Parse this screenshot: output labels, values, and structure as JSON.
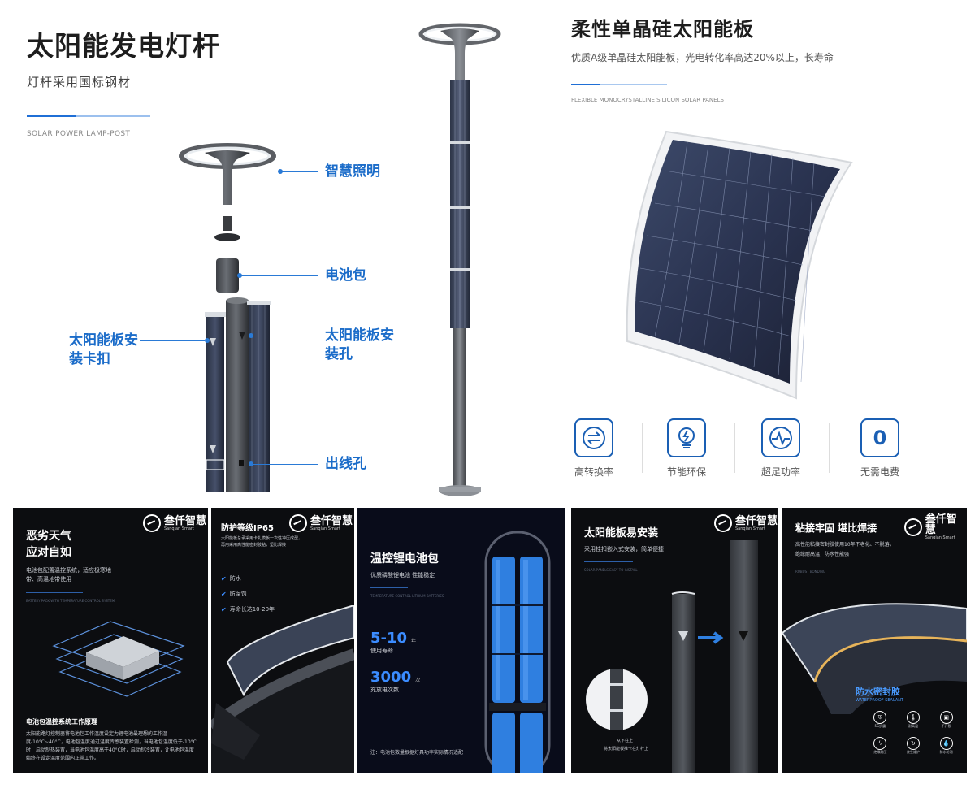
{
  "lamp_post": {
    "title": "太阳能发电灯杆",
    "subtitle": "灯杆采用国标钢材",
    "english": "SOLAR POWER LAMP-POST",
    "callouts": {
      "lighting": "智慧照明",
      "battery": "电池包",
      "panel_hole": "太阳能板安装孔",
      "clip": "太阳能板安装卡扣",
      "outlet": "出线孔"
    }
  },
  "solar_panel": {
    "title": "柔性单晶硅太阳能板",
    "subtitle": "优质A级单晶硅太阳能板，光电转化率高达20%以上，长寿命",
    "english": "FLEXIBLE MONOCRYSTALLINE SILICON SOLAR PANELS",
    "features": [
      {
        "label": "高转换率",
        "icon": "exchange-arrows-icon"
      },
      {
        "label": "节能环保",
        "icon": "eco-bulb-icon"
      },
      {
        "label": "超足功率",
        "icon": "power-pulse-icon"
      },
      {
        "label": "无需电费",
        "icon": "zero-icon",
        "glyph": "0"
      }
    ]
  },
  "brand": {
    "name": "叁仟智慧",
    "sub": "Sanqian Smart"
  },
  "panels": {
    "weather": {
      "title_line1": "恶劣天气",
      "title_line2": "应对自如",
      "desc": "电池包配置温控系统，适应极寒地带、高温地带使用",
      "english": "BATTERY PACK WITH TEMPERATURE CONTROL SYSTEM",
      "foot_title": "电池包温控系统工作原理",
      "foot_text": "太阳能路灯控制器将电池包工作温度设定为锂电池最理想的工作温度-10°C~40°C，电池包温度通过温度传感装置检测，当电池包温度低于-10°C时，启动制热装置，当电池包温度高于40°C时，启动制冷装置，让电池包温度始终在设定温度范围内正常工作。"
    },
    "ip65": {
      "title": "防护等级IP65",
      "desc": "太阳能板总承采用卡扎模板一次性冲压成型，再用采用高性能密封胶粘，坚比焊接",
      "checks": [
        "防水",
        "防腐蚀",
        "寿命长达10-20年"
      ]
    },
    "battery": {
      "title": "温控锂电池包",
      "desc": "优质磷酸锂电池 性能稳定",
      "english": "TEMPERATURE CONTROL LITHIUM BATTERIES",
      "life_value": "5-10",
      "life_unit": "年",
      "life_label": "使用寿命",
      "cycles_value": "3000",
      "cycles_unit": "次",
      "cycles_label": "充放电次数",
      "note": "注：电池包数量根据灯具功率实际情况适配"
    },
    "install": {
      "title": "太阳能板易安装",
      "desc": "采用挂扣嵌入式安装，简单便捷",
      "english": "SOLAR PANELS EASY TO INSTALL",
      "caption_line1": "从下往上",
      "caption_line2": "将太阳能板推卡在灯杆上"
    },
    "sealant": {
      "title": "粘接牢固 堪比焊接",
      "desc_line1": "高性能粘接密封胶使用10年不老化、不脱落，",
      "desc_line2": "绝缘耐高温，防水性能强",
      "english": "ROBUST BONDING",
      "badge": "防水密封胶",
      "badge_en": "WATERPROOF SEALANT",
      "props": [
        "5G抗震",
        "耐高温",
        "不开裂",
        "绝缘耐压",
        "终生维护",
        "防水防潮"
      ]
    }
  },
  "colors": {
    "accent": "#1b6cc9",
    "panel_bg": "#0c0d10",
    "battery_blue": "#2f7fe0"
  }
}
